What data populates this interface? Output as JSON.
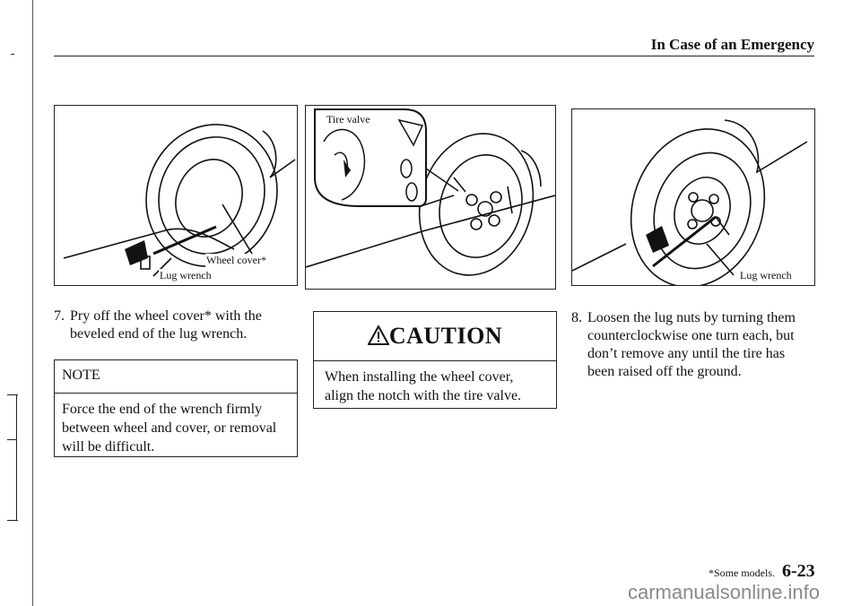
{
  "header": {
    "title": "In Case of an Emergency"
  },
  "figures": [
    {
      "labels": [
        "Wheel cover*",
        "Lug wrench"
      ],
      "icons": [
        "wheel-cover-removal-illustration"
      ]
    },
    {
      "labels": [
        "Tire valve"
      ],
      "icons": [
        "wheel-cover-installation-illustration"
      ]
    },
    {
      "labels": [
        "Lug wrench"
      ],
      "icons": [
        "lug-nut-loosening-illustration"
      ]
    }
  ],
  "steps": [
    {
      "number": "7.",
      "text_line1": "Pry off the wheel cover* with the",
      "text_line2": "beveled end of the lug wrench."
    },
    {
      "number": "8.",
      "text_line1": "Loosen the lug nuts by turning them",
      "text_line2": "counterclockwise one turn each, but",
      "text_line3": "don’t remove any until the tire has",
      "text_line4": "been raised off the ground."
    }
  ],
  "note": {
    "title": "NOTE",
    "line1": "Force the end of the wrench firmly",
    "line2": "between wheel and cover, or removal",
    "line3": "will be difficult."
  },
  "caution": {
    "icon": "warning-triangle-icon",
    "title": "CAUTION",
    "line1": "When installing the wheel cover,",
    "line2": "align the notch with the tire valve."
  },
  "footer": {
    "footnote": "*Some models.",
    "page_number": "6-23",
    "watermark": "carmanualsonline.info"
  }
}
